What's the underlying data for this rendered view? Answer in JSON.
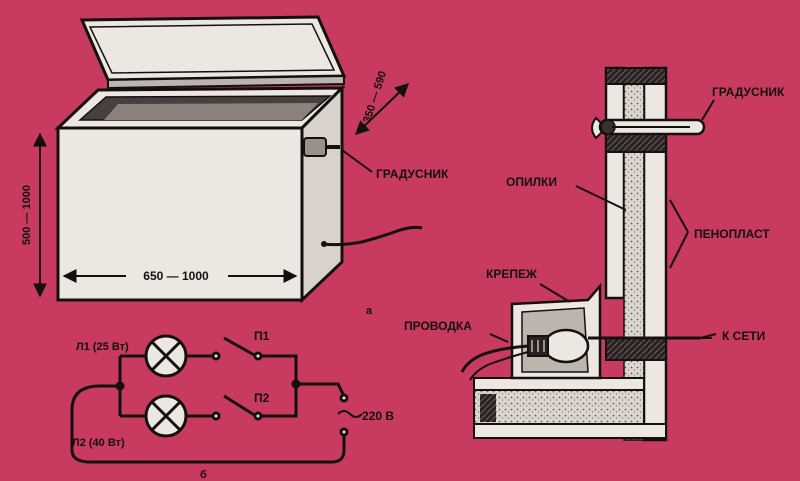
{
  "box": {
    "width_dim": "650 — 1000",
    "height_dim": "500 — 1000",
    "depth_dim": "350 — 590",
    "thermometer_label": "ГРАДУСНИК",
    "fig_label": "а"
  },
  "circuit": {
    "lamp1": "Л1 (25 Вт)",
    "lamp2": "Л2 (40 Вт)",
    "switch1": "П1",
    "switch2": "П2",
    "voltage": "220 В",
    "fig_label": "б"
  },
  "section": {
    "thermometer": "ГРАДУСНИК",
    "sawdust": "ОПИЛКИ",
    "foam": "ПЕНОПЛАСТ",
    "mount": "КРЕПЕЖ",
    "wiring": "ПРОВОДКА",
    "mains": "К СЕТИ"
  },
  "colors": {
    "background": "#c83a5e",
    "ink": "#151010",
    "paper": "#ece7e1",
    "fill": "#d8d2cb"
  }
}
